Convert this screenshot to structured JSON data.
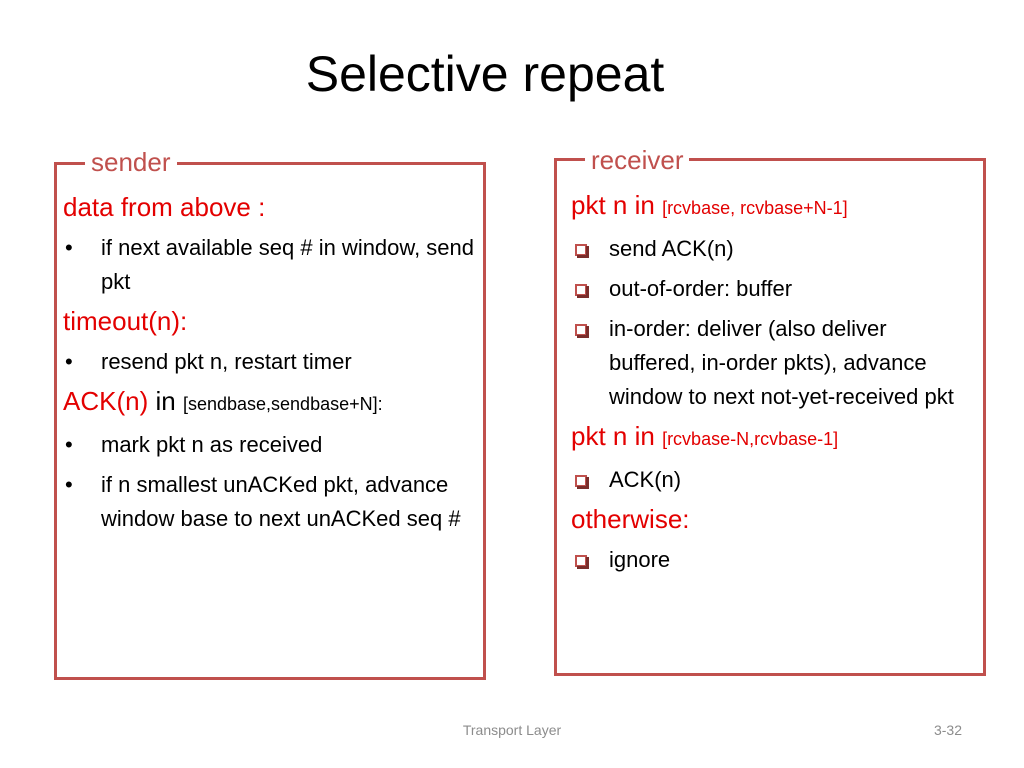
{
  "title": "Selective repeat",
  "sender": {
    "legend": "sender",
    "sections": [
      {
        "header": "data from above :",
        "items": [
          "if next available seq # in window, send pkt"
        ]
      },
      {
        "header": "timeout(n):",
        "items": [
          "resend pkt n, restart timer"
        ]
      },
      {
        "header_red": "ACK(n)",
        "header_plain": "in",
        "header_small": "[sendbase,sendbase+N]:",
        "items": [
          "mark pkt n as received",
          "if n smallest unACKed pkt, advance window base to next unACKed seq #"
        ]
      }
    ],
    "bullet_char": "•"
  },
  "receiver": {
    "legend": "receiver",
    "sections": [
      {
        "header": "pkt n in",
        "header_small": "[rcvbase, rcvbase+N-1]",
        "items": [
          "send ACK(n)",
          "out-of-order: buffer",
          "in-order: deliver (also deliver buffered, in-order pkts), advance window to next not-yet-received pkt"
        ]
      },
      {
        "header": "pkt n in",
        "header_small": "[rcvbase-N,rcvbase-1]",
        "items": [
          "ACK(n)"
        ]
      },
      {
        "header": "otherwise:",
        "items": [
          "ignore"
        ]
      }
    ]
  },
  "footer": {
    "center": "Transport Layer",
    "page": "3-32"
  },
  "colors": {
    "accent_red": "#e30000",
    "box_border": "#c0504d"
  }
}
